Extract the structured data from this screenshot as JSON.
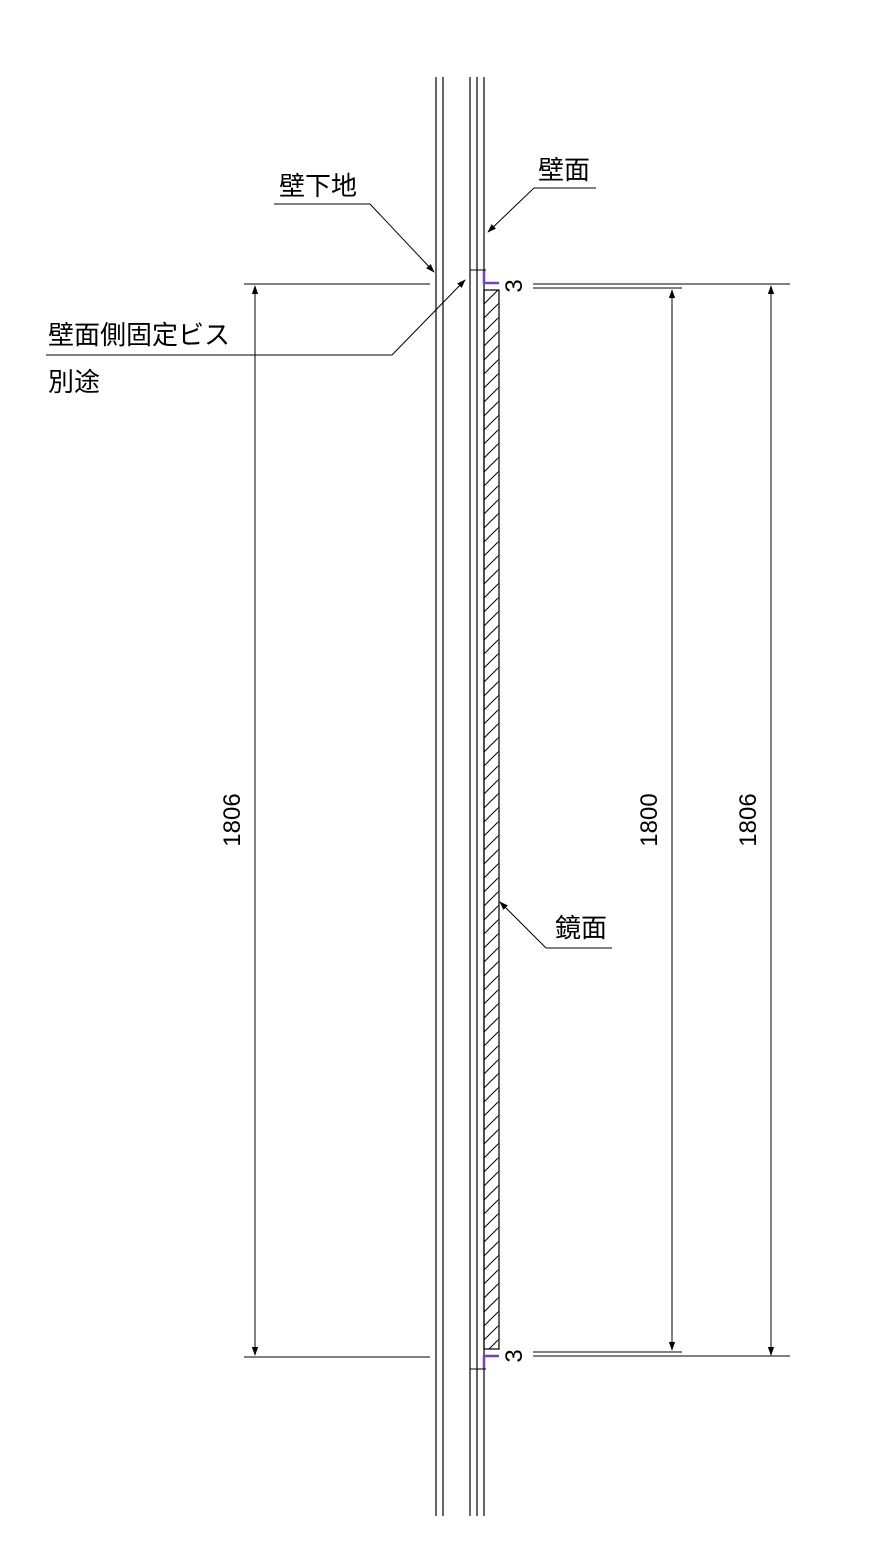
{
  "labels": {
    "wall_base": "壁下地",
    "wall_surface": "壁面",
    "screw_line1": "壁面側固定ビス",
    "screw_line2": "別途",
    "mirror": "鏡面"
  },
  "dimensions": {
    "left_total": "1806",
    "mirror_height": "1800",
    "right_total": "1806",
    "top_gap": "3",
    "bottom_gap": "3"
  },
  "colors": {
    "line": "#000000",
    "bracket": "#7a3fb8"
  }
}
